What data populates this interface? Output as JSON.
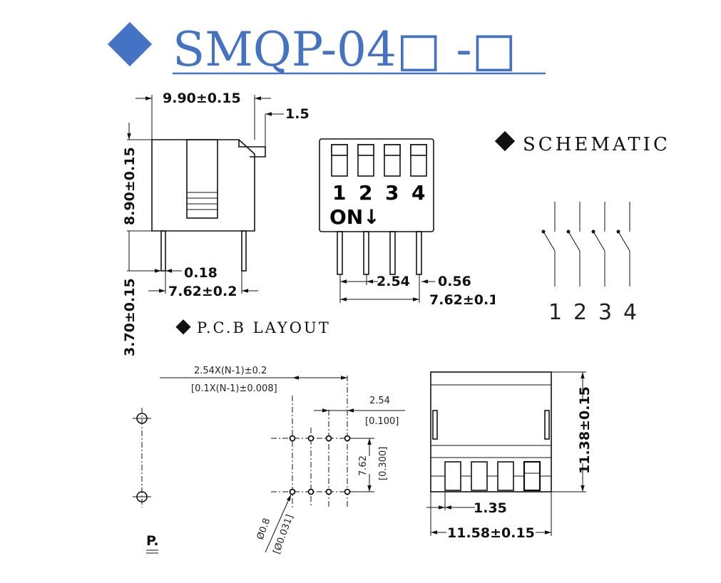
{
  "title": {
    "text": "SMQP-04□ -□",
    "color": "#4472c4"
  },
  "side_view": {
    "dim_width": "9.90±0.15",
    "dim_actuator": "1.5",
    "dim_height": "8.90±0.15",
    "dim_pin_length": "3.70±0.15",
    "dim_pin_thickness": "0.18",
    "dim_row_pitch": "7.62±0.2"
  },
  "top_view": {
    "positions": [
      "1",
      "2",
      "3",
      "4"
    ],
    "on_label": "ON↓",
    "dim_pitch": "2.54",
    "dim_pin_width": "0.56",
    "dim_row_pitch": "7.62±0.1"
  },
  "schematic": {
    "heading": "SCHEMATIC",
    "labels": [
      "1",
      "2",
      "3",
      "4"
    ]
  },
  "pcb_layout": {
    "heading": "P.C.B LAYOUT",
    "dim_span_mm": "2.54X(N-1)±0.2",
    "dim_span_in": "[0.1X(N-1)±0.008]",
    "dim_pitch_mm": "2.54",
    "dim_pitch_in": "[0.100]",
    "dim_row_mm": "7.62",
    "dim_row_in": "[0.300]",
    "dim_hole_mm": "Ø0.8",
    "dim_hole_in": "[Ø0.031]",
    "footer_label": "P."
  },
  "front_view": {
    "dim_height": "11.38±0.15",
    "dim_slider": "1.35",
    "dim_width": "11.58±0.15"
  }
}
